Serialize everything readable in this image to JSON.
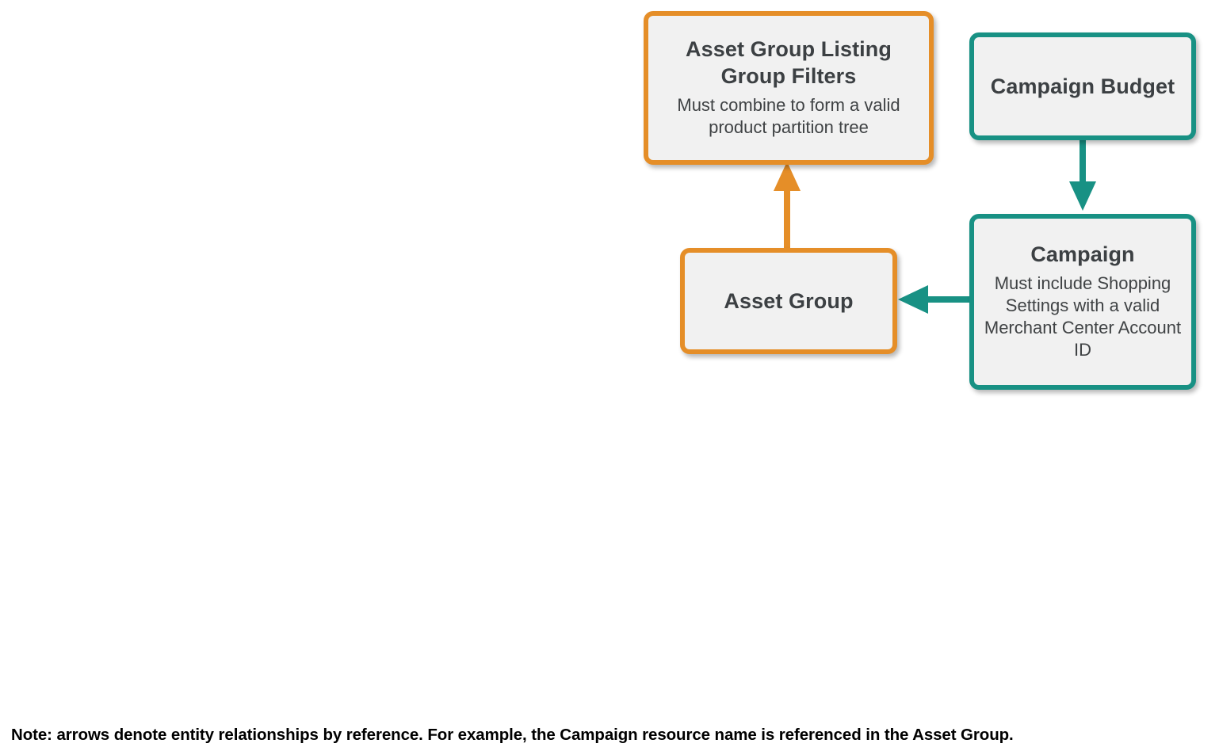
{
  "diagram": {
    "nodes": [
      {
        "id": "asset-group-listing-group-filters",
        "title": "Asset Group Listing Group Filters",
        "description": "Must combine to form a valid product partition tree",
        "color": "#E58E28",
        "fill": "#F1F1F1"
      },
      {
        "id": "campaign-budget",
        "title": "Campaign Budget",
        "description": "",
        "color": "#189184",
        "fill": "#F1F1F1"
      },
      {
        "id": "asset-group",
        "title": "Asset Group",
        "description": "",
        "color": "#E58E28",
        "fill": "#F1F1F1"
      },
      {
        "id": "campaign",
        "title": "Campaign",
        "description": "Must include Shopping Settings with a valid Merchant Center Account ID",
        "color": "#189184",
        "fill": "#F1F1F1"
      }
    ],
    "edges": [
      {
        "id": "asset-group-to-filters",
        "from": "asset-group",
        "to": "asset-group-listing-group-filters",
        "direction": "up",
        "color": "#E58E28"
      },
      {
        "id": "campaign-budget-to-campaign",
        "from": "campaign-budget",
        "to": "campaign",
        "direction": "down",
        "color": "#189184"
      },
      {
        "id": "campaign-to-asset-group",
        "from": "campaign",
        "to": "asset-group",
        "direction": "left",
        "color": "#189184"
      }
    ],
    "footnote": "Note: arrows denote entity relationships by reference. For example, the Campaign resource name is referenced in the Asset Group."
  }
}
